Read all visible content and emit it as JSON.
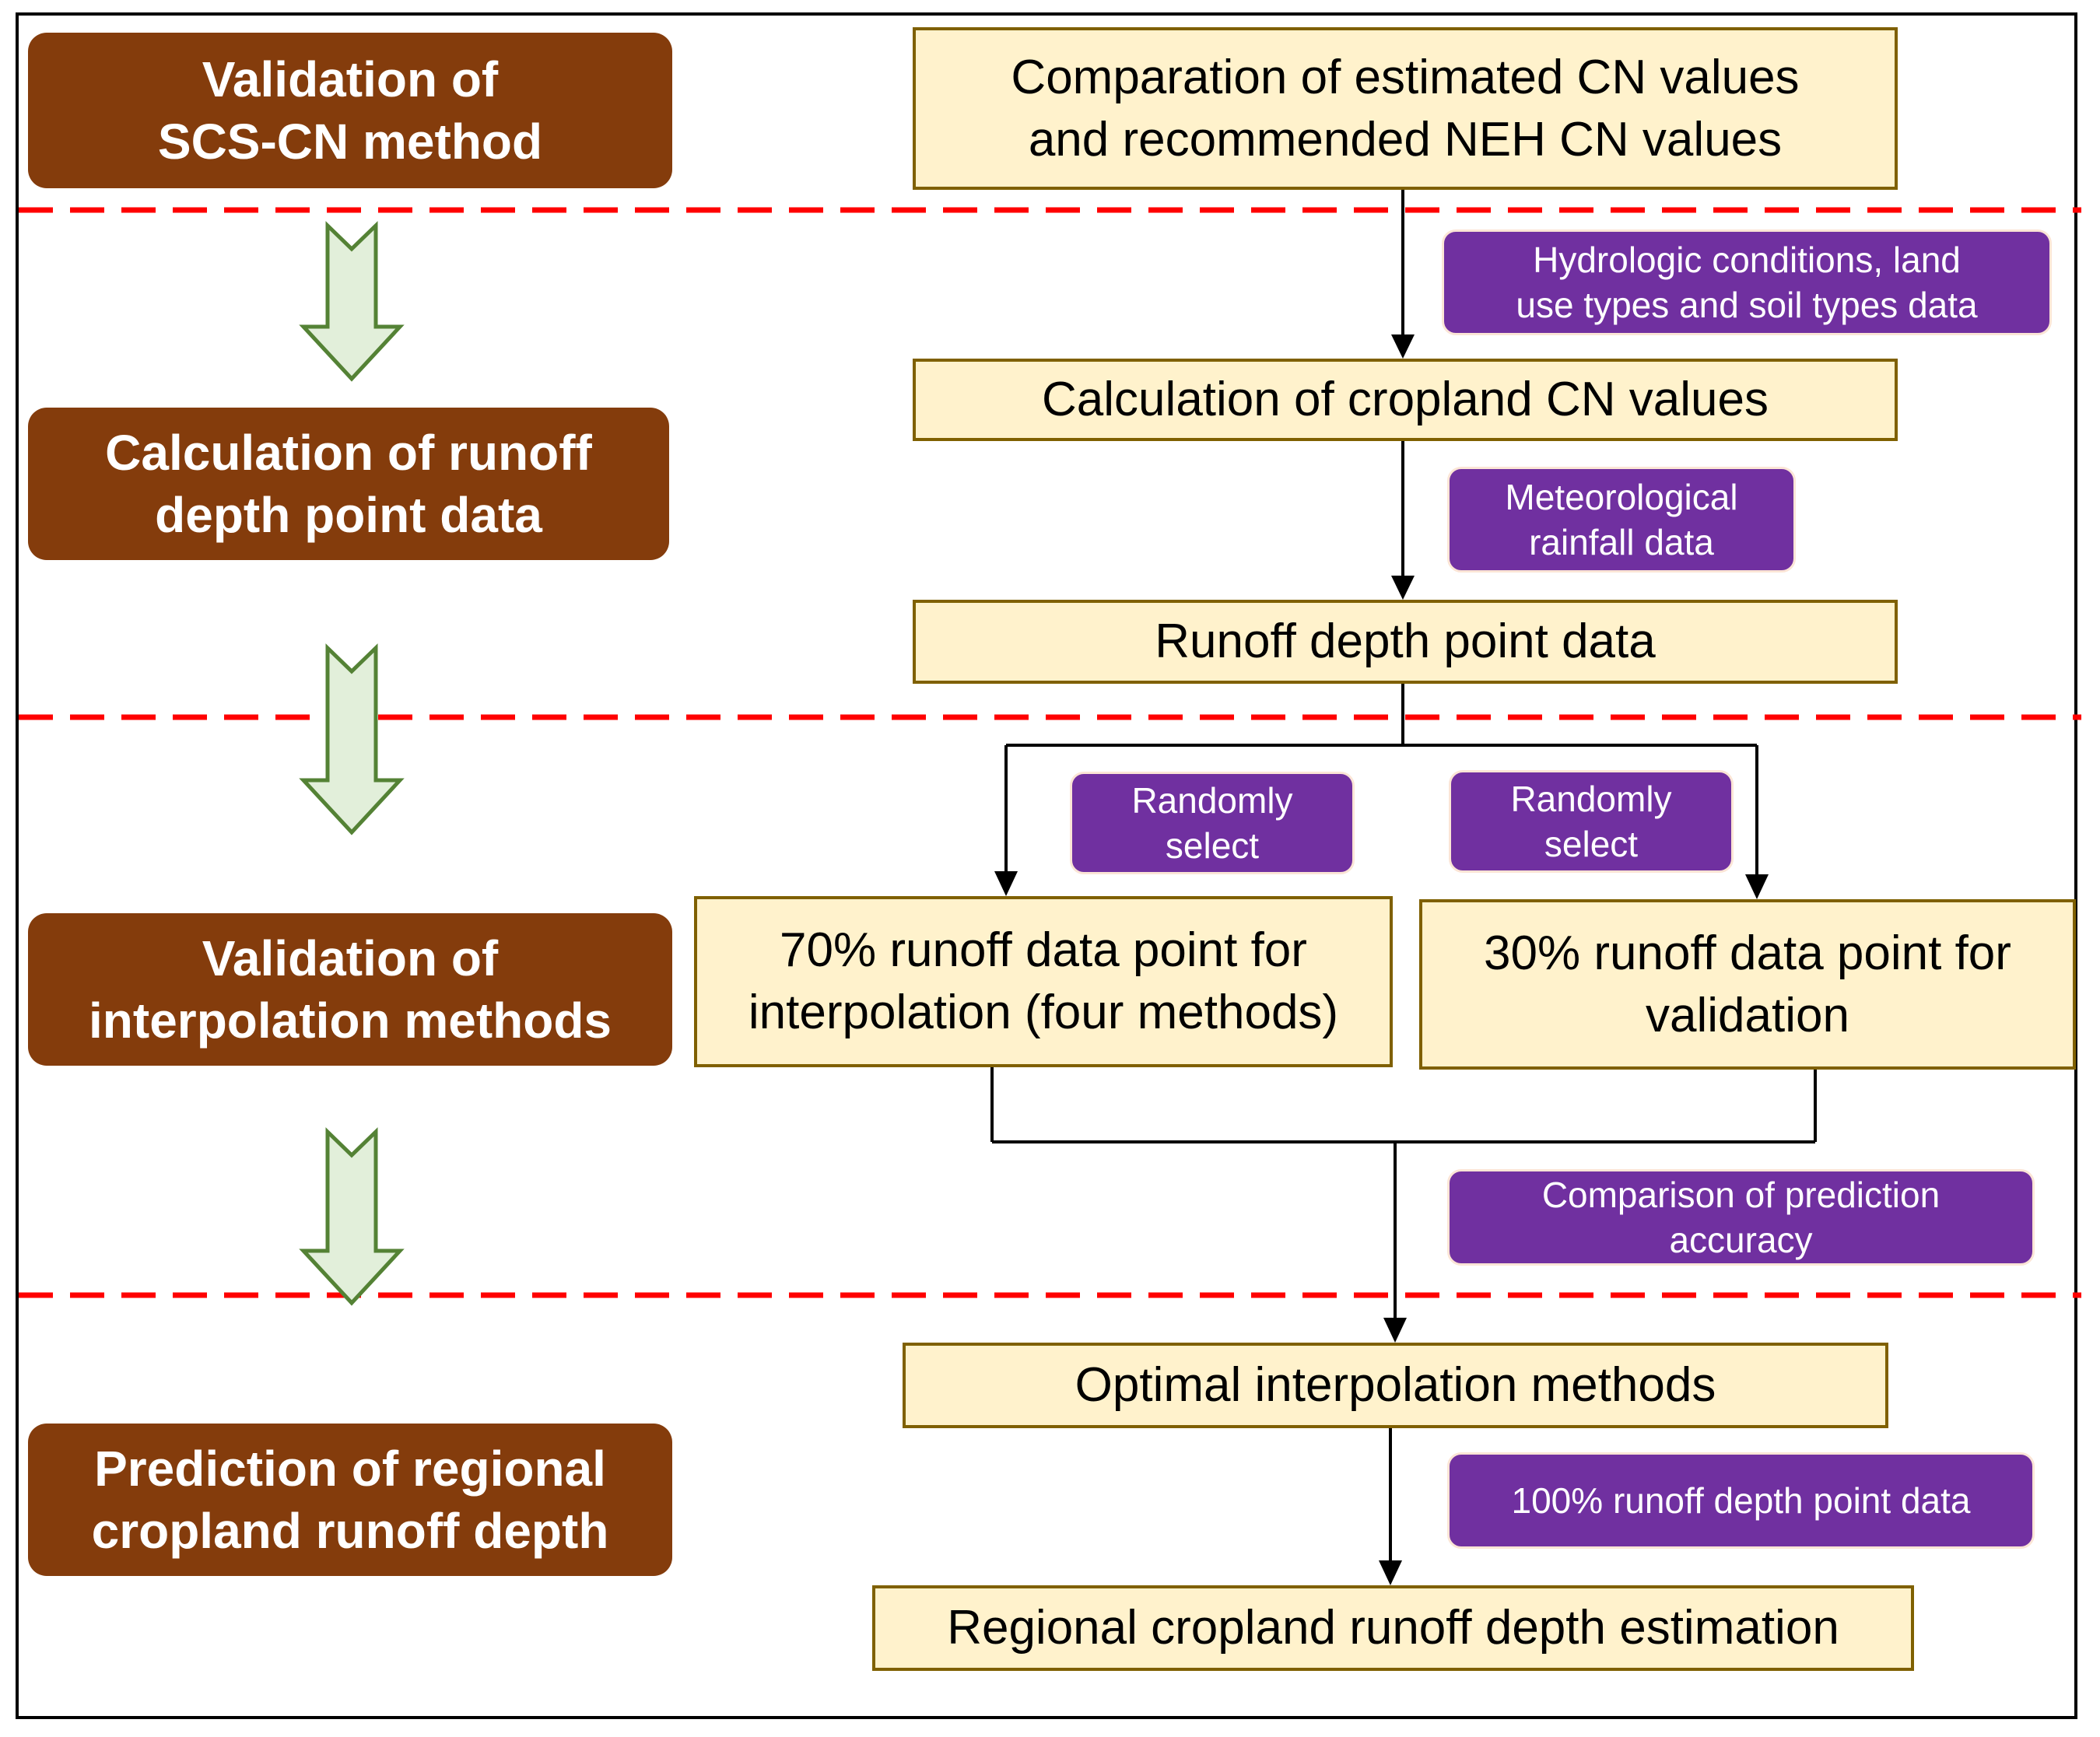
{
  "colors": {
    "stage_fill": "#843c0c",
    "step_fill": "#fff2cc",
    "step_border": "#7f6000",
    "input_fill": "#7030a0",
    "divider": "#ff0000",
    "stage_arrow_fill": "#e2efda",
    "stage_arrow_stroke": "#548235"
  },
  "stages": [
    {
      "id": "validation-scs-cn",
      "lines": [
        "Validation of",
        "SCS-CN method"
      ]
    },
    {
      "id": "calculation-runoff",
      "lines": [
        "Calculation of runoff",
        "depth point data"
      ]
    },
    {
      "id": "validation-interpolation",
      "lines": [
        "Validation of",
        "interpolation methods"
      ]
    },
    {
      "id": "prediction-regional",
      "lines": [
        "Prediction of regional",
        "cropland runoff depth"
      ]
    }
  ],
  "steps": [
    {
      "id": "comparation-cn",
      "lines": [
        "Comparation of estimated CN values",
        "and recommended NEH CN values"
      ]
    },
    {
      "id": "calculation-cn",
      "lines": [
        "Calculation of cropland CN values"
      ]
    },
    {
      "id": "runoff-depth-point",
      "lines": [
        "Runoff depth point data"
      ]
    },
    {
      "id": "seventy-percent",
      "lines": [
        "70% runoff data point for",
        "interpolation (four methods)"
      ]
    },
    {
      "id": "thirty-percent",
      "lines": [
        "30% runoff data point for",
        "validation"
      ]
    },
    {
      "id": "optimal-interpolation",
      "lines": [
        "Optimal interpolation methods"
      ]
    },
    {
      "id": "regional-estimation",
      "lines": [
        "Regional cropland runoff depth estimation"
      ]
    }
  ],
  "inputs": [
    {
      "id": "hydrologic-conditions",
      "lines": [
        "Hydrologic conditions, land",
        "use types and soil types data"
      ]
    },
    {
      "id": "meteorological-rainfall",
      "lines": [
        "Meteorological",
        "rainfall data"
      ]
    },
    {
      "id": "randomly-select-left",
      "lines": [
        "Randomly",
        "select"
      ]
    },
    {
      "id": "randomly-select-right",
      "lines": [
        "Randomly",
        "select"
      ]
    },
    {
      "id": "comparison-accuracy",
      "lines": [
        "Comparison of prediction",
        "accuracy"
      ]
    },
    {
      "id": "hundred-percent",
      "lines": [
        "100% runoff depth point data"
      ]
    }
  ]
}
